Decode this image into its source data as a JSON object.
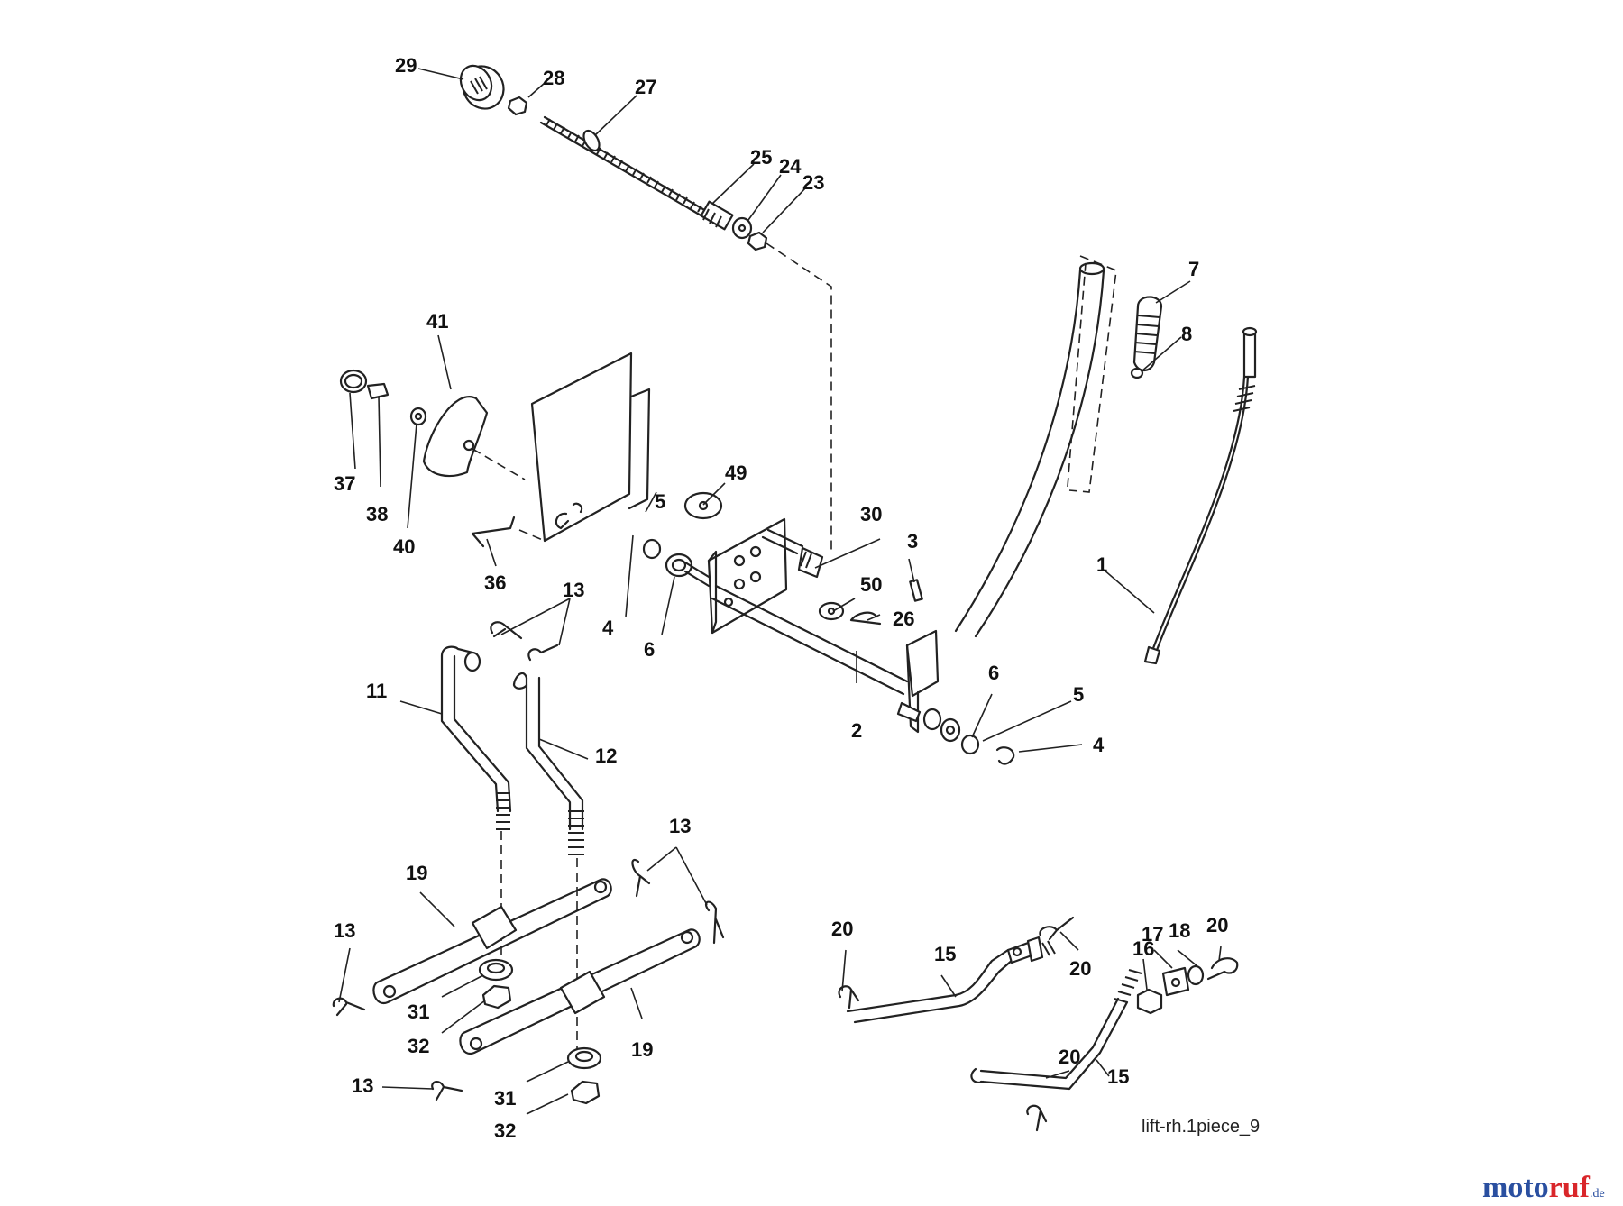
{
  "callouts": {
    "c1": "1",
    "c2": "2",
    "c3": "3",
    "c4a": "4",
    "c4b": "4",
    "c5a": "5",
    "c5b": "5",
    "c6a": "6",
    "c6b": "6",
    "c7": "7",
    "c8": "8",
    "c11": "11",
    "c12": "12",
    "c13a": "13",
    "c13b": "13",
    "c13c": "13",
    "c13d": "13",
    "c15a": "15",
    "c15b": "15",
    "c16": "16",
    "c17": "17",
    "c18": "18",
    "c19a": "19",
    "c19b": "19",
    "c20a": "20",
    "c20b": "20",
    "c20c": "20",
    "c20d": "20",
    "c23": "23",
    "c24": "24",
    "c25": "25",
    "c26": "26",
    "c27": "27",
    "c28": "28",
    "c29": "29",
    "c30": "30",
    "c31a": "31",
    "c31b": "31",
    "c32a": "32",
    "c32b": "32",
    "c36": "36",
    "c37": "37",
    "c38": "38",
    "c40": "40",
    "c41": "41",
    "c49": "49",
    "c50": "50"
  },
  "figure_code": "lift-rh.1piece_9",
  "watermark": {
    "main": "motoruf",
    "blue_part": "moto",
    "red_part": "ruf",
    "suffix": ".de"
  },
  "colors": {
    "line": "#222222",
    "watermark_blue": "#2a4fa0",
    "watermark_red": "#d9262a"
  }
}
